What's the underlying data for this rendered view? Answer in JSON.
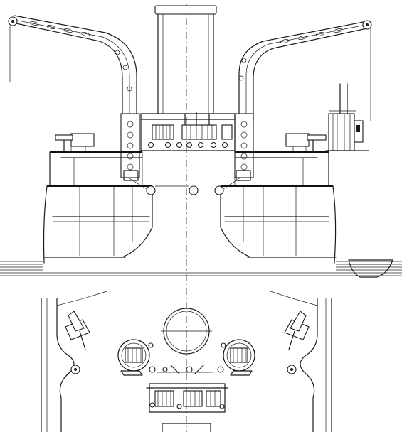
{
  "drawing": {
    "type": "technical-elevation-and-plan",
    "subject": "",
    "line_color": "#1a1a1a",
    "background": "#ffffff",
    "views": [
      "elevation",
      "plan"
    ],
    "components": [
      "funnel",
      "left-davit",
      "right-davit",
      "deckhouse-winches",
      "left-gun",
      "right-gun",
      "mast-winch",
      "ship-boat",
      "bow-hull",
      "waterline",
      "deck-opening",
      "capstan-left",
      "capstan-right",
      "anchor-hawse-left",
      "anchor-hawse-right",
      "plan-winches"
    ]
  }
}
